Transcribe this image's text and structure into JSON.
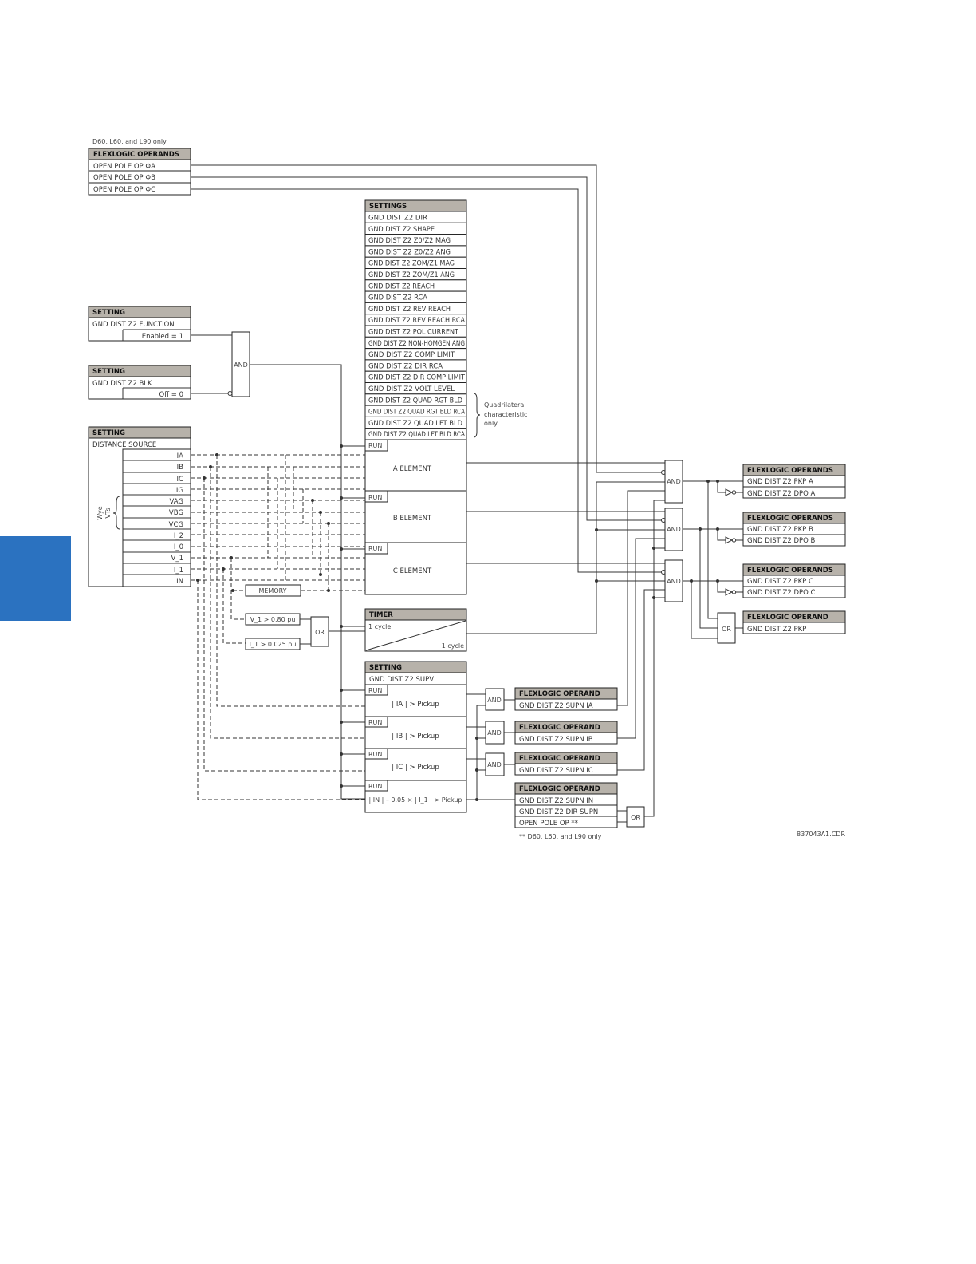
{
  "note_top": "D60, L60, and L90 only",
  "open_pole_block": {
    "header": "FLEXLOGIC OPERANDS",
    "items": [
      "OPEN POLE OP ΦA",
      "OPEN POLE OP ΦB",
      "OPEN POLE OP ΦC"
    ]
  },
  "function_setting": {
    "header": "SETTING",
    "name": "GND DIST Z2 FUNCTION",
    "value": "Enabled = 1"
  },
  "blk_setting": {
    "header": "SETTING",
    "name": "GND DIST Z2 BLK",
    "value": "Off = 0"
  },
  "source_setting": {
    "header": "SETTING",
    "name": "DISTANCE SOURCE",
    "signals": [
      "IA",
      "IB",
      "IC",
      "IG",
      "VAG",
      "VBG",
      "VCG",
      "I_2",
      "I_0",
      "V_1",
      "I_1",
      "IN"
    ],
    "wye_label": "Wye",
    "vts_label": "VTs"
  },
  "settings_block": {
    "header": "SETTINGS",
    "items": [
      "GND DIST Z2 DIR",
      "GND DIST Z2 SHAPE",
      "GND DIST Z2 Z0/Z2 MAG",
      "GND DIST Z2 Z0/Z2 ANG",
      "GND DIST Z2 ZOM/Z1 MAG",
      "GND DIST Z2 ZOM/Z1 ANG",
      "GND DIST Z2 REACH",
      "GND DIST Z2 RCA",
      "GND DIST Z2 REV REACH",
      "GND DIST Z2 REV REACH RCA",
      "GND DIST Z2 POL CURRENT",
      "GND DIST Z2 NON-HOMGEN ANG",
      "GND DIST Z2 COMP LIMIT",
      "GND DIST Z2 DIR RCA",
      "GND DIST Z2 DIR COMP LIMIT",
      "GND DIST Z2 VOLT LEVEL",
      "GND DIST Z2 QUAD RGT BLD",
      "GND DIST Z2 QUAD RGT BLD RCA",
      "GND DIST Z2 QUAD LFT BLD",
      "GND DIST Z2 QUAD LFT BLD RCA"
    ],
    "quad_note": [
      "Quadrilateral",
      "characteristic",
      "only"
    ]
  },
  "elements": {
    "run_label": "RUN",
    "a": "A ELEMENT",
    "b": "B ELEMENT",
    "c": "C ELEMENT"
  },
  "memory_label": "MEMORY",
  "v1_compare": "V_1 > 0.80 pu",
  "i1_compare": "I_1 > 0.025 pu",
  "gates": {
    "and": "AND",
    "or": "OR"
  },
  "timer": {
    "header": "TIMER",
    "pickup": "1 cycle",
    "dropout": "1 cycle"
  },
  "supv": {
    "header": "SETTING",
    "name": "GND DIST Z2 SUPV",
    "run_label": "RUN",
    "checks": [
      "| IA | > Pickup",
      "| IB | > Pickup",
      "| IC | > Pickup",
      "| IN | – 0.05 × | I_1 | > Pickup"
    ]
  },
  "supn_outputs": [
    {
      "header": "FLEXLOGIC OPERAND",
      "item": "GND DIST Z2 SUPN IA"
    },
    {
      "header": "FLEXLOGIC OPERAND",
      "item": "GND DIST Z2 SUPN IB"
    },
    {
      "header": "FLEXLOGIC OPERAND",
      "item": "GND DIST Z2 SUPN IC"
    }
  ],
  "supn_in_block": {
    "header": "FLEXLOGIC OPERAND",
    "items": [
      "GND DIST Z2 SUPN IN",
      "GND DIST Z2 DIR SUPN",
      "OPEN POLE OP **"
    ]
  },
  "note_bottom": "** D60, L60, and L90 only",
  "outputs": [
    {
      "header": "FLEXLOGIC OPERANDS",
      "items": [
        "GND DIST Z2 PKP A",
        "GND DIST Z2 DPO A"
      ]
    },
    {
      "header": "FLEXLOGIC OPERANDS",
      "items": [
        "GND DIST Z2 PKP B",
        "GND DIST Z2 DPO B"
      ]
    },
    {
      "header": "FLEXLOGIC OPERANDS",
      "items": [
        "GND DIST Z2 PKP C",
        "GND DIST Z2 DPO C"
      ]
    },
    {
      "header": "FLEXLOGIC OPERAND",
      "items": [
        "GND DIST Z2 PKP"
      ]
    }
  ],
  "figure_code": "837043A1.CDR",
  "colors": {
    "header_fill": "#b7b2aa",
    "side_tab": "#2b72c0"
  }
}
